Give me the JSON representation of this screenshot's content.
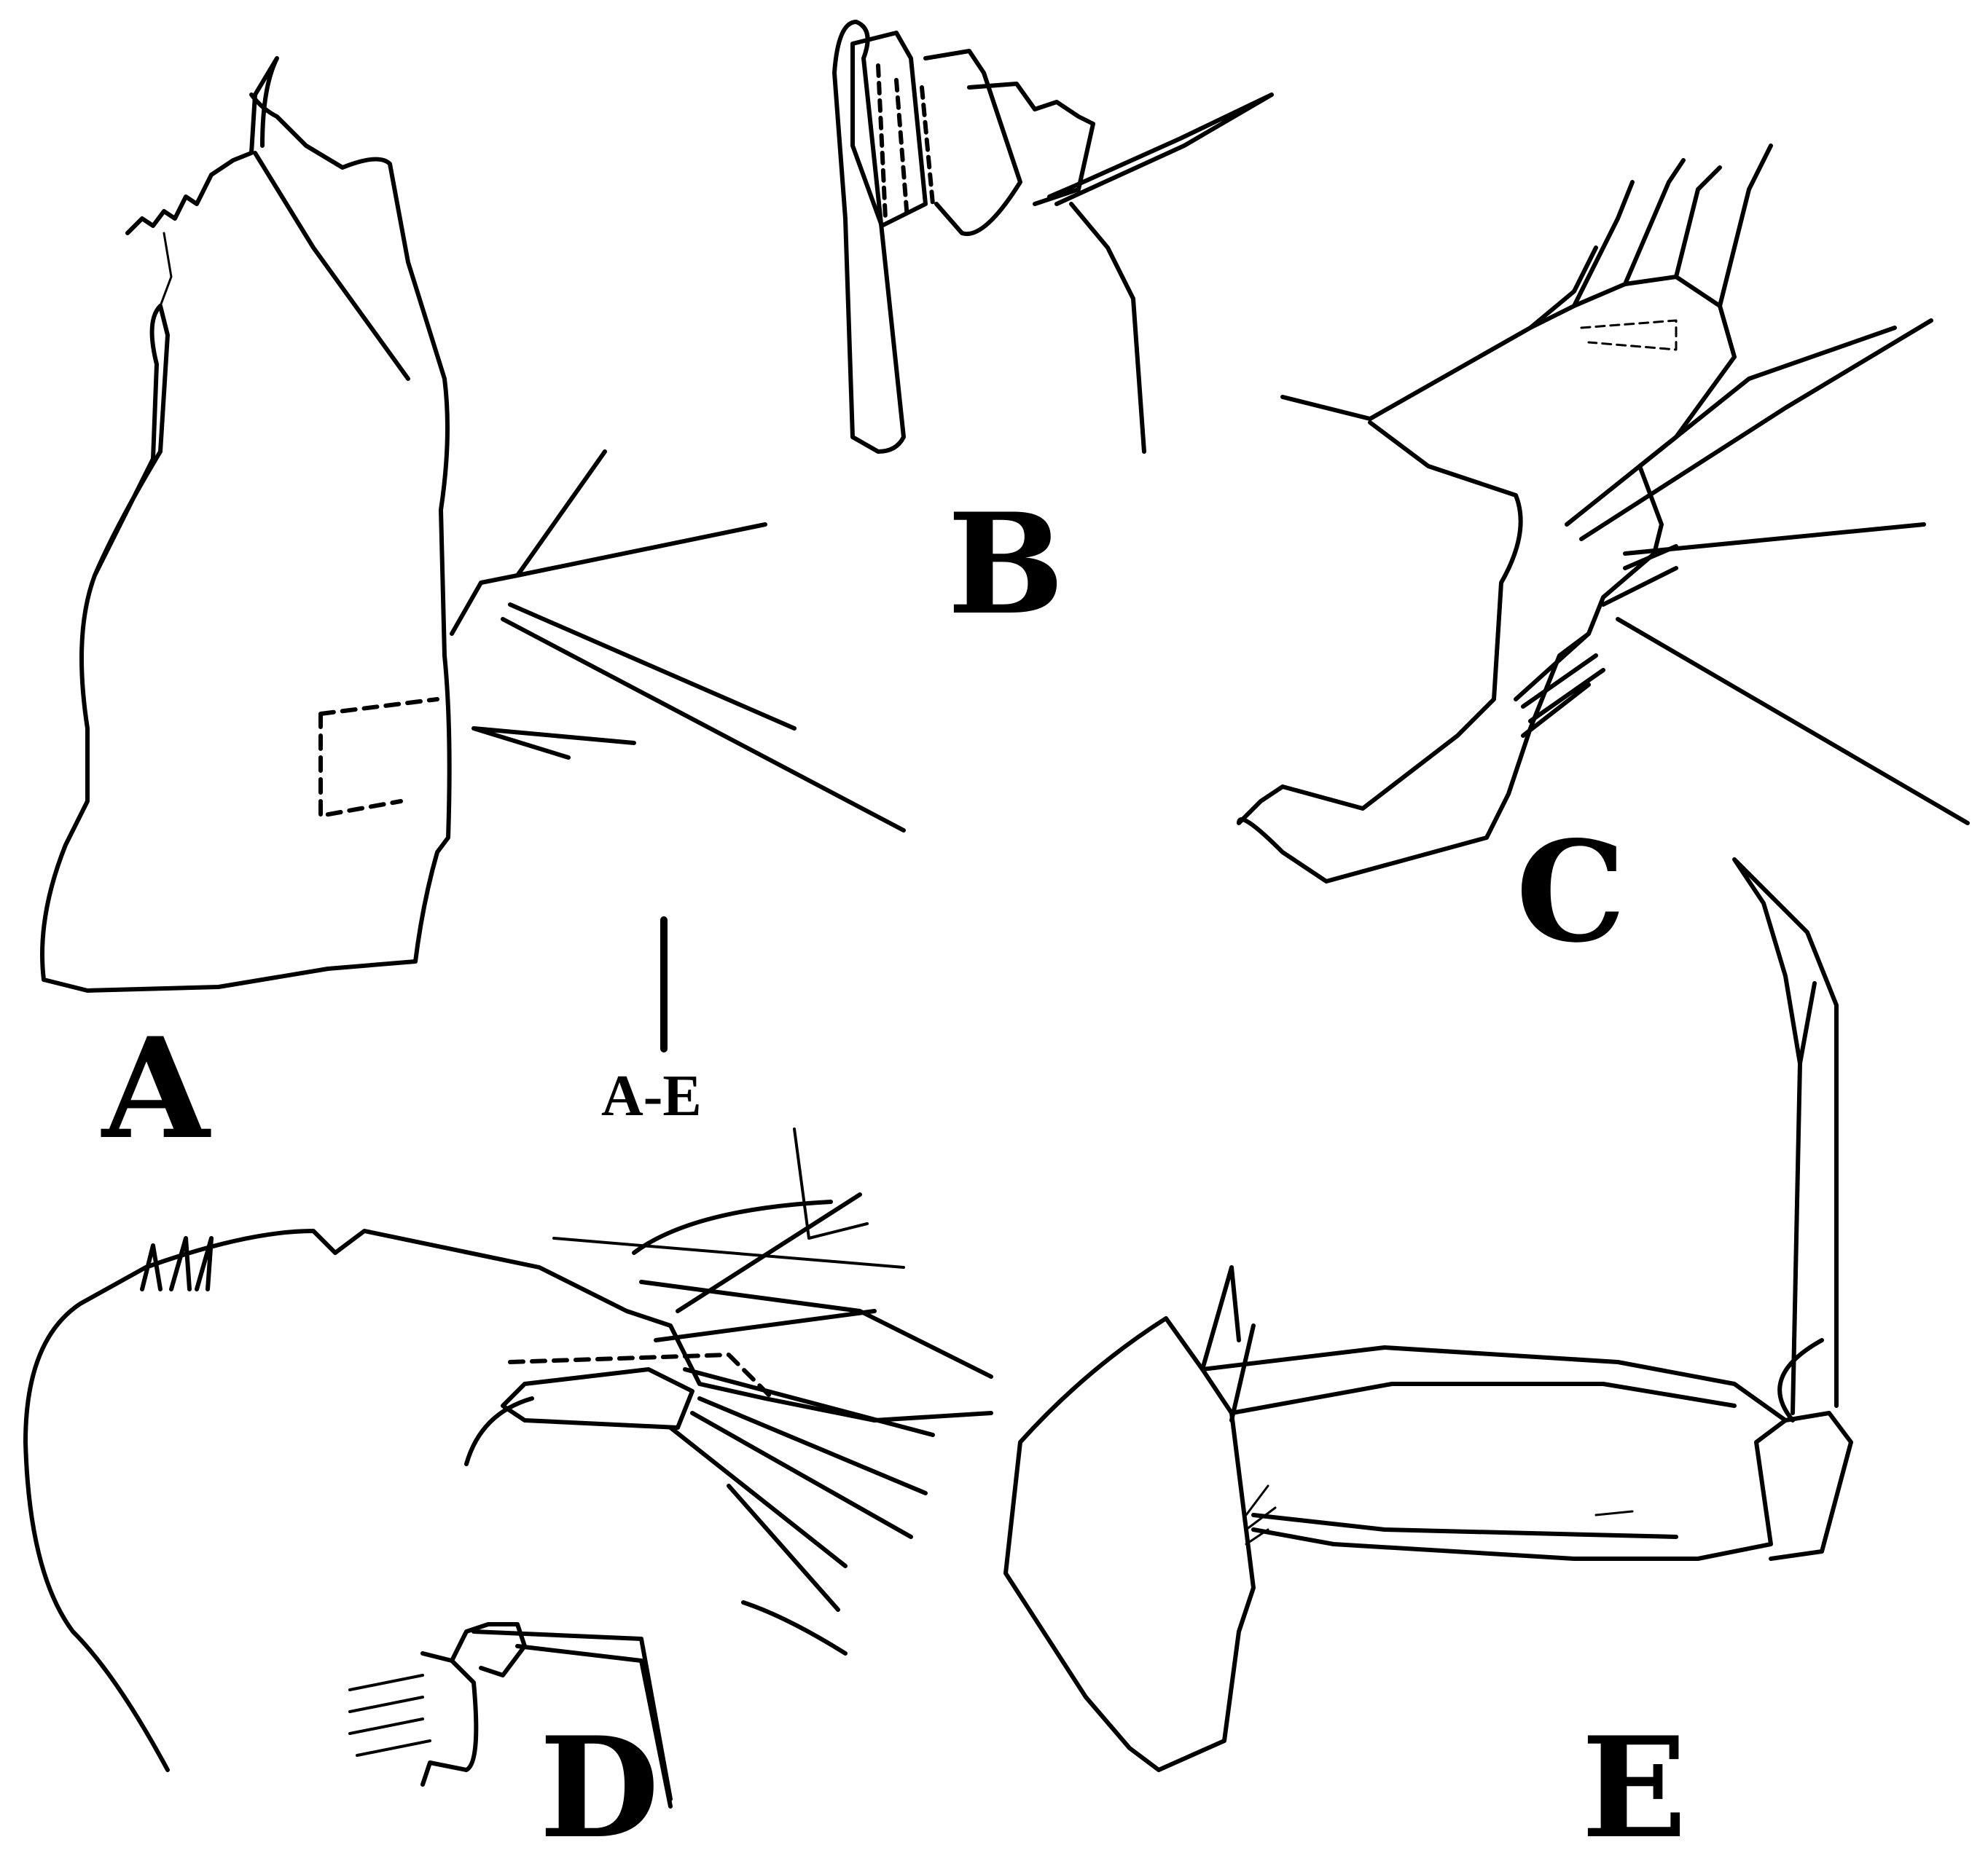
{
  "figure": {
    "type": "scientific line drawing",
    "background": "#ffffff",
    "ink": "#000000",
    "panels": [
      {
        "id": "A",
        "label": "A"
      },
      {
        "id": "B",
        "label": "B"
      },
      {
        "id": "C",
        "label": "C"
      },
      {
        "id": "D",
        "label": "D"
      },
      {
        "id": "E",
        "label": "E"
      }
    ],
    "scale_bar": {
      "label": "A-E"
    }
  }
}
